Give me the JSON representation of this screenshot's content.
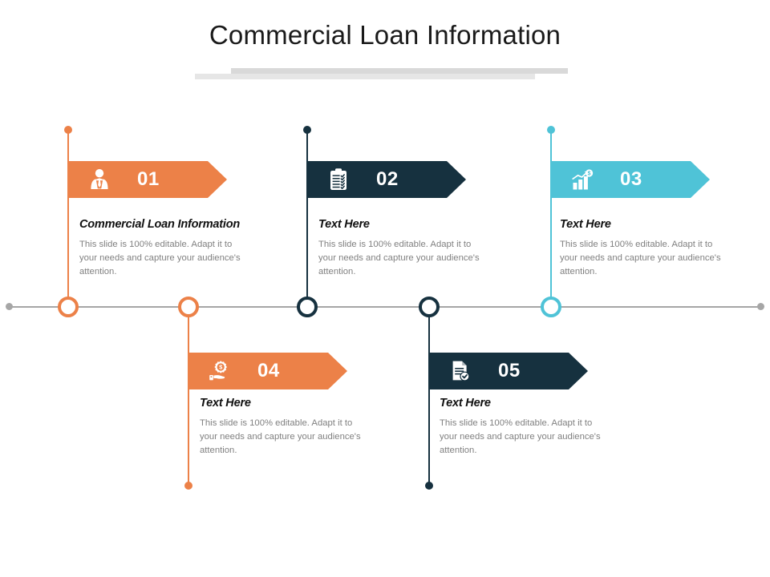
{
  "slide": {
    "title": "Commercial Loan Information",
    "background": "#ffffff"
  },
  "palette": {
    "orange": "#EC8148",
    "navy": "#16313F",
    "teal": "#4FC3D7",
    "spine_gray": "#A6A6A6",
    "rule_gray_dark": "#D9D9D9",
    "rule_gray_light": "#E6E6E6",
    "body_text_gray": "#808080",
    "heading_black": "#111111"
  },
  "body_text": "This slide is 100% editable. Adapt it to your needs and capture your audience's attention.",
  "steps": [
    {
      "number": "01",
      "heading": "Commercial Loan Information",
      "body": "This slide is 100% editable. Adapt it to your needs and capture your audience's attention.",
      "color": "#EC8148",
      "icon": "businessman-icon",
      "row": "top"
    },
    {
      "number": "02",
      "heading": "Text Here",
      "body": "This slide is 100% editable. Adapt it to your needs and capture your audience's attention.",
      "color": "#16313F",
      "icon": "clipboard-checklist-icon",
      "row": "top"
    },
    {
      "number": "03",
      "heading": "Text Here",
      "body": "This slide is 100% editable. Adapt it to your needs and capture your audience's attention.",
      "color": "#4FC3D7",
      "icon": "growth-bar-chart-dollar-icon",
      "row": "top"
    },
    {
      "number": "04",
      "heading": "Text Here",
      "body": "This slide is 100% editable. Adapt it to your needs and capture your audience's attention.",
      "color": "#EC8148",
      "icon": "hand-gear-dollar-icon",
      "row": "bottom"
    },
    {
      "number": "05",
      "heading": "Text Here",
      "body": "This slide is 100% editable. Adapt it to your needs and capture your audience's attention.",
      "color": "#16313F",
      "icon": "document-approved-icon",
      "row": "bottom"
    }
  ],
  "timeline": {
    "node_colors": [
      "#EC8148",
      "#EC8148",
      "#16313F",
      "#16313F",
      "#4FC3D7"
    ],
    "endpoint_color": "#A6A6A6"
  }
}
